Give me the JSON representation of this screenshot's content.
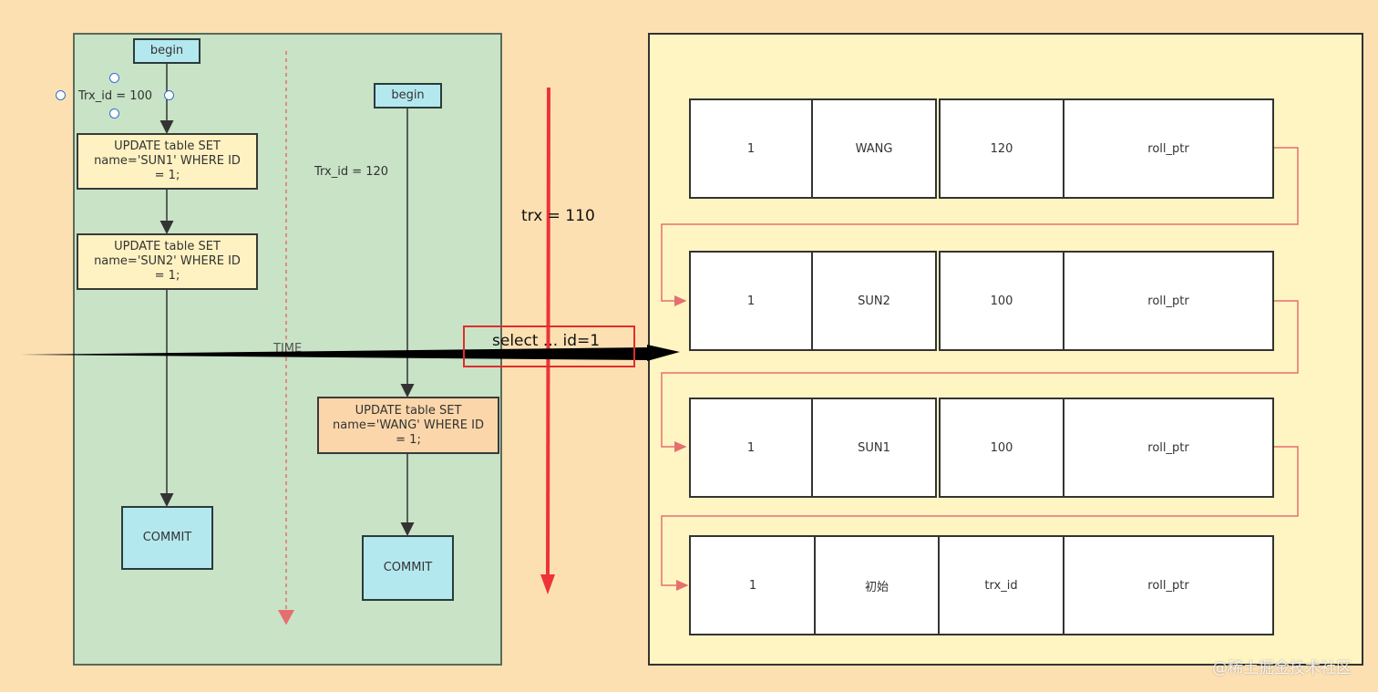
{
  "left_flow": {
    "begin1": "begin",
    "trx1": "Trx_id  = 100",
    "update1": "UPDATE table SET name='SUN1' WHERE ID = 1;",
    "update2": "UPDATE table SET name='SUN2' WHERE ID = 1;",
    "commit1": "COMMIT",
    "time_label": "TIME",
    "begin2": "begin",
    "trx2": "Trx_id  = 120",
    "update3": "UPDATE table SET name='WANG' WHERE ID = 1;",
    "commit2": "COMMIT"
  },
  "annotations": {
    "trx_read": "trx = 110",
    "select": "select ... id=1"
  },
  "versions": [
    {
      "id": "1",
      "name": "WANG",
      "trx": "120",
      "ptr": "roll_ptr"
    },
    {
      "id": "1",
      "name": "SUN2",
      "trx": "100",
      "ptr": "roll_ptr"
    },
    {
      "id": "1",
      "name": "SUN1",
      "trx": "100",
      "ptr": "roll_ptr"
    },
    {
      "id": "1",
      "name": "初始",
      "trx": "trx_id",
      "ptr": "roll_ptr"
    }
  ],
  "watermark": "@稀土掘金技术社区",
  "colors": {
    "background": "#fde0b2",
    "green_panel": "#c8e3c6",
    "yellow_panel": "#fff5c2",
    "link_line": "#e56f6f",
    "red_arrow": "#ee3338"
  }
}
